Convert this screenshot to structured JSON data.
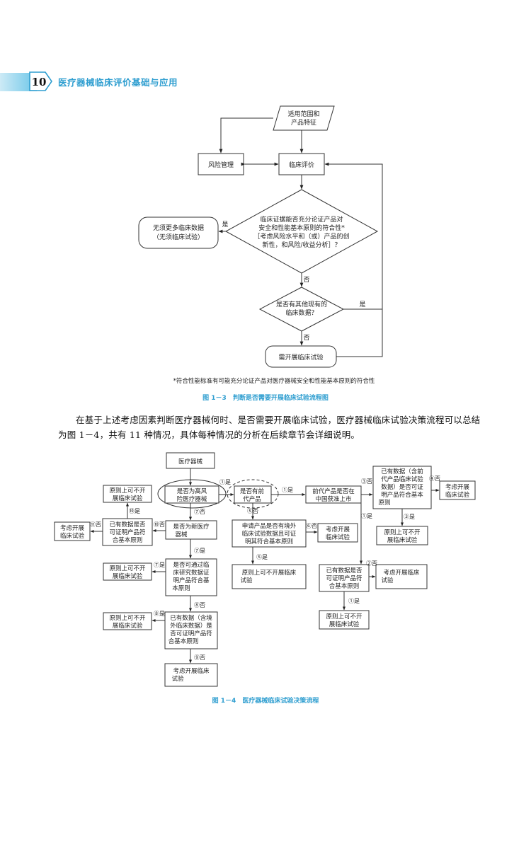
{
  "header": {
    "page_number": "10",
    "book_title": "医疗器械临床评价基础与应用"
  },
  "figure13": {
    "scope": [
      "适用范围和",
      "产品特征"
    ],
    "risk": "风险管理",
    "clinical_eval": "临床评价",
    "no_more": [
      "无须更多临床数据",
      "（无须临床试验）"
    ],
    "diamond1": [
      "临床证据能否充分论证产品对",
      "安全和性能基本原则的符合性*",
      "［考虑风险水平和（或）产品的创",
      "新性，和风险/收益分析］？"
    ],
    "yes": "是",
    "no": "否",
    "diamond2": [
      "是否有其他现有的",
      "临床数据？"
    ],
    "need_trial": "需开展临床试验",
    "footnote": "*符合性能标准有可能充分论证产品对医疗器械安全和性能基本原则的符合性",
    "caption": "图 1－3　判断是否需要开展临床试验流程图"
  },
  "paragraph": "在基于上述考虑因素判断医疗器械何时、是否需要开展临床试验，医疗器械临床试验决策流程可以总结为图 1－4，共有 11 种情况，具体每种情况的分析在后续章节会详细说明。",
  "figure14": {
    "device": "医疗器械",
    "high_risk": [
      "是否为高风",
      "险医疗器械"
    ],
    "prev_gen": [
      "是否有前",
      "代产品"
    ],
    "prev_china": [
      "前代产品是否在",
      "中国获准上市"
    ],
    "prev_data": [
      "已有数据（含前",
      "代产品临床试验",
      "数据）是否可证",
      "明产品符合基本",
      "原则"
    ],
    "consider_trial_a": [
      "考虑开展",
      "临床试验"
    ],
    "no_trial_a": [
      "原则上可不开",
      "展临床试验"
    ],
    "no_trial_b": [
      "原则上可不开",
      "展临床试验"
    ],
    "data_11": [
      "已有数据是否",
      "可证明产品符",
      "合基本原则"
    ],
    "consider_trial_b": [
      "考虑开展",
      "临床试验"
    ],
    "new_device": [
      "是否为新医疗",
      "器械"
    ],
    "overseas": [
      "申请产品是否有境外",
      "临床试验数据且可证",
      "明其符合基本原则"
    ],
    "consider_trial_c": [
      "考虑开展",
      "临床试验"
    ],
    "no_trial_c": [
      "原则上可不开展临床",
      "试验"
    ],
    "data_2": [
      "已有数据是否",
      "可证明产品符",
      "合基本原则"
    ],
    "consider_trial_d": [
      "考虑开展临床",
      "试验"
    ],
    "no_trial_d": [
      "原则上可不开",
      "展临床试验"
    ],
    "no_trial_e": [
      "原则上可不开",
      "展临床试验"
    ],
    "study_data": [
      "是否可通过临",
      "床研究数据证",
      "明产品符合基",
      "本原则"
    ],
    "no_trial_f": [
      "原则上可不开",
      "展临床试验"
    ],
    "data_8": [
      "已有数据（含境",
      "外临床数据）是",
      "否可证明产品符",
      "合基本原则"
    ],
    "consider_trial_e": [
      "考虑开展临床",
      "试验"
    ],
    "lbl": {
      "y1": "①是",
      "n5": "⑤否",
      "y1b": "①是",
      "n3": "③否",
      "y3": "③是",
      "n4": "④否",
      "y1c": "①是",
      "n6": "⑥否",
      "y5": "⑤是",
      "n2": "②否",
      "y1d": "①是",
      "n7": "⑦否",
      "y10": "⑩是",
      "n10": "⑩否",
      "n11": "⑪否",
      "y7": "⑦是",
      "y7b": "⑦是",
      "n8": "⑧否",
      "y8": "⑧是",
      "n9": "⑨否"
    },
    "caption": "图 1－4　医疗器械临床试验决策流程"
  }
}
